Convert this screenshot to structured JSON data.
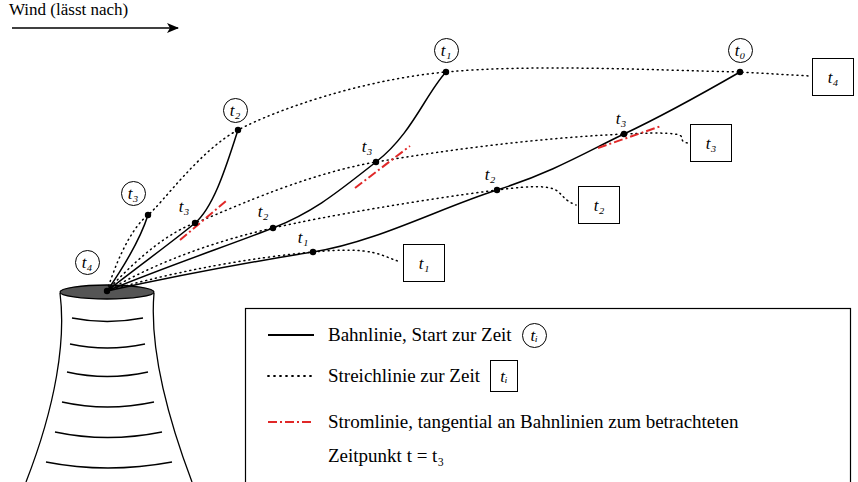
{
  "diagram": {
    "nodes": [
      {
        "text": [
          "t₀"
        ]
      },
      {
        "text": [
          "t₁"
        ]
      },
      {
        "text": [
          "t₂"
        ]
      },
      {
        "text": [
          "t₃"
        ]
      },
      {
        "text": [
          "t₄"
        ]
      },
      {
        "text": [
          "t₄"
        ]
      },
      {
        "text": [
          "t₃"
        ]
      },
      {
        "text": [
          "t₂"
        ]
      },
      {
        "text": [
          "t₁"
        ]
      },
      {
        "text": [
          "tᵢ"
        ]
      },
      {
        "text": [
          "tᵢ"
        ]
      }
    ],
    "labels": [
      "Wind (lässt nach)",
      "t₃",
      "t₃",
      "t₂",
      "t₃",
      "t₂",
      "t₁"
    ],
    "legend": [
      {
        "text": "Bahnlinie, Start zur Zeit"
      },
      {
        "text": "Streichlinie zur Zeit"
      },
      {
        "text": "Stromlinie, tangential an Bahnlinien zum betrachteten Zeitpunkt t = t₃"
      }
    ]
  }
}
